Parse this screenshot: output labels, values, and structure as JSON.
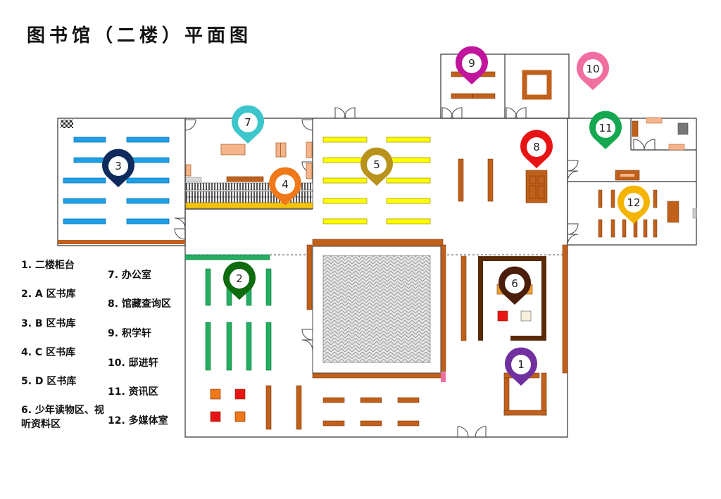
{
  "title": "图书馆（二楼）平面图",
  "legend": [
    "1. 二楼柜台",
    "2.  A 区书库",
    "3.  B 区书库",
    "4.  C 区书库",
    "5.  D 区书库",
    "6. 少年读物区、视听资料区",
    "7. 办公室",
    "8. 馆藏查询区",
    "9. 积学轩",
    "10. 邸进轩",
    "11. 资讯区",
    "12. 多媒体室"
  ],
  "markers": [
    {
      "label": "1",
      "color": "#7030a0"
    },
    {
      "label": "2",
      "color": "#0e6b0e"
    },
    {
      "label": "3",
      "color": "#0f2a5c"
    },
    {
      "label": "4",
      "color": "#f07818"
    },
    {
      "label": "5",
      "color": "#b8921a"
    },
    {
      "label": "6",
      "color": "#4a1e0a"
    },
    {
      "label": "7",
      "color": "#3cc6cc"
    },
    {
      "label": "8",
      "color": "#e81414"
    },
    {
      "label": "9",
      "color": "#c0159c"
    },
    {
      "label": "10",
      "color": "#f06ea0"
    },
    {
      "label": "11",
      "color": "#16a850"
    },
    {
      "label": "12",
      "color": "#f4b400"
    }
  ],
  "colors": {
    "shelf_blue": "#1ea0e6",
    "shelf_yellow": "#ffff00",
    "shelf_green": "#22b060",
    "shelf_brown": "#c0601a",
    "dark_brown": "#5a2a08",
    "wall": "#333333"
  }
}
